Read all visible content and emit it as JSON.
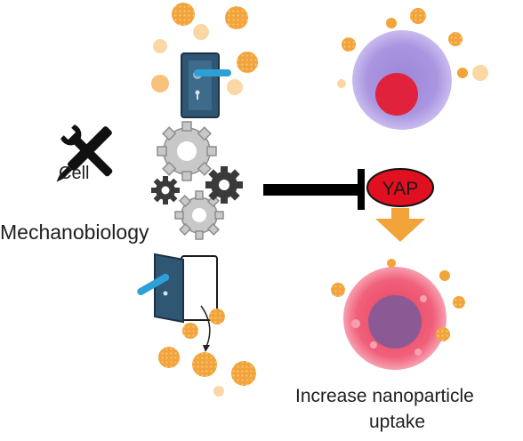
{
  "labels": {
    "cell": "Cell",
    "mechanobiology": "Mechanobiology",
    "yap": "YAP",
    "uptake_line1": "Increase nanoparticle",
    "uptake_line2": "uptake"
  },
  "colors": {
    "nanoparticle": "#f2a33a",
    "nanoparticle_light": "#fbd7a6",
    "door": "#2f5673",
    "handle": "#2f9fd8",
    "gear": "#c8c8c8",
    "gear_dark": "#3a3a3a",
    "cell_top_membrane": "#b9a8e6",
    "cell_top_nucleus": "#e0223c",
    "cell_bottom_membrane": "#f0607a",
    "cell_bottom_nucleus": "#8b5a94",
    "yap": "#e01020",
    "arrow": "#f2a33a",
    "inhibitor": "#000000"
  },
  "icons": [
    "wrench-screwdriver-icon",
    "gear-icon",
    "door-closed-icon",
    "door-open-icon"
  ]
}
